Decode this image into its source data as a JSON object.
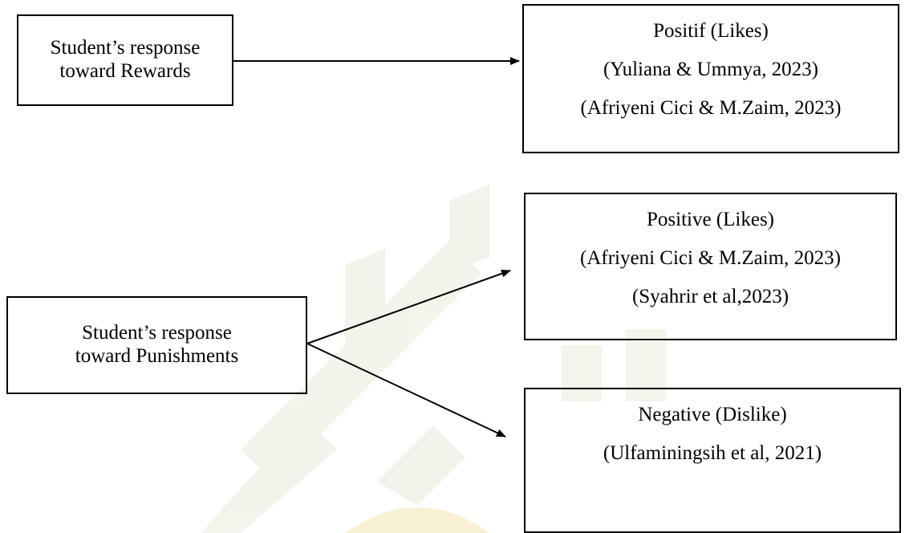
{
  "source_boxes": {
    "rewards": {
      "lines": [
        "Student’s response",
        "toward Rewards"
      ]
    },
    "punishments": {
      "lines": [
        "Student’s response",
        "toward Punishments"
      ]
    }
  },
  "response_boxes": {
    "positif_rewards": {
      "lines": [
        "Positif (Likes)",
        "(Yuliana & Ummya, 2023)",
        "(Afriyeni Cici & M.Zaim, 2023)"
      ]
    },
    "positive_punishments": {
      "lines": [
        "Positive (Likes)",
        "(Afriyeni Cici & M.Zaim, 2023)",
        "(Syahrir et al,2023)"
      ]
    },
    "negative_punishments": {
      "lines": [
        "Negative (Dislike)",
        "(Ulfaminingsih et al, 2021)"
      ]
    }
  },
  "connections": [
    {
      "from": "rewards",
      "to": "positif_rewards"
    },
    {
      "from": "punishments",
      "to": "positive_punishments"
    },
    {
      "from": "punishments",
      "to": "negative_punishments"
    }
  ],
  "colors": {
    "line": "#000000",
    "watermark_green": "#e6ecd9",
    "watermark_gold": "#f3e7b8"
  }
}
